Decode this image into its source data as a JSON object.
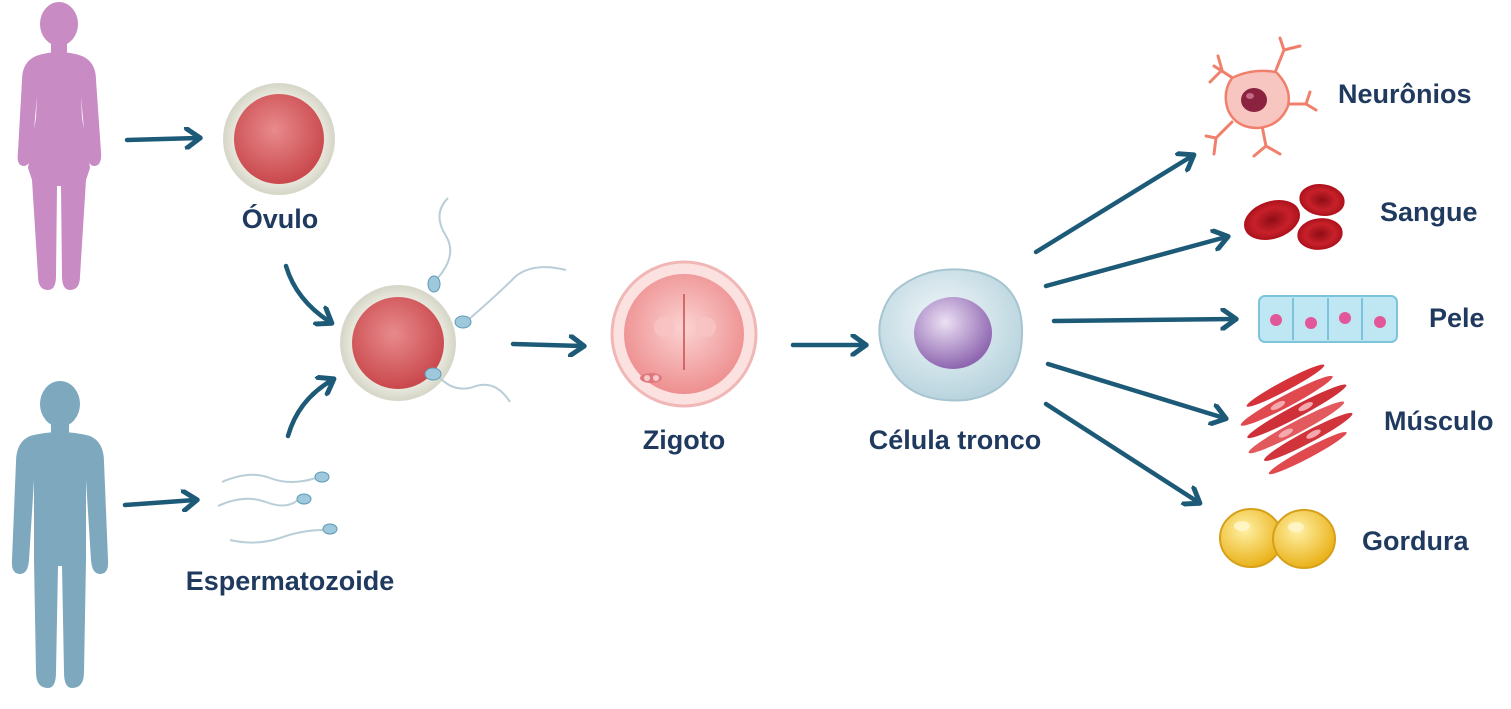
{
  "labels": {
    "ovulo": "Óvulo",
    "espermatozoide": "Espermatozoide",
    "zigoto": "Zigoto",
    "celula_tronco": "Célula tronco",
    "neuronios": "Neurônios",
    "sangue": "Sangue",
    "pele": "Pele",
    "musculo": "Músculo",
    "gordura": "Gordura"
  },
  "colors": {
    "label": "#1f3a5e",
    "arrow": "#1d5a78",
    "female": "#c88bc4",
    "male": "#7ea8bd",
    "egg": "#d9676a",
    "zygote": "#f1a3a5",
    "stem_nucleus": "#9a76b8",
    "blood": "#c1121f",
    "fat": "#f3c21e"
  }
}
